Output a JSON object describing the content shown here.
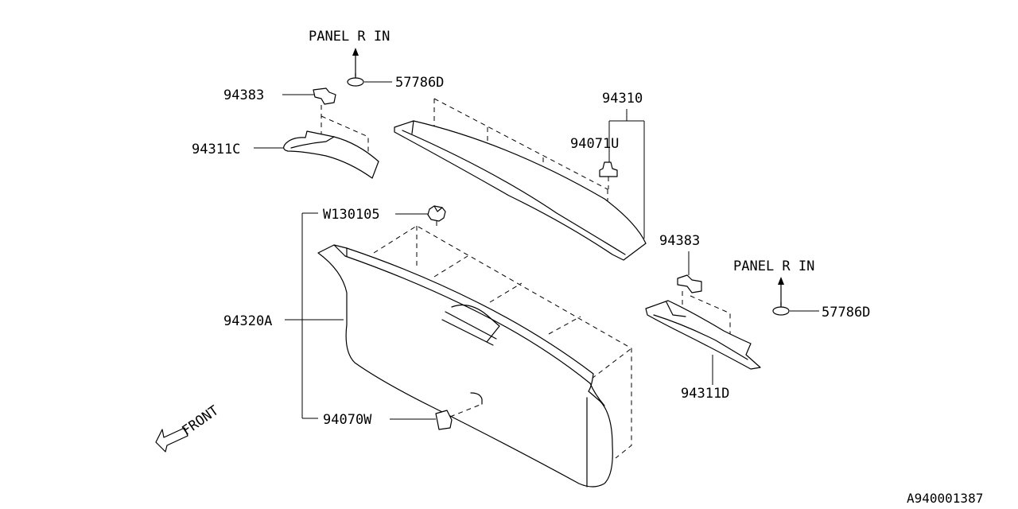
{
  "labels": {
    "panel_r_in_top": "PANEL R IN",
    "clip_57786d_top": "57786D",
    "clip_94383_left": "94383",
    "trim_94311c": "94311C",
    "trim_94310": "94310",
    "clip_94071u": "94071U",
    "clip_w130105": "W130105",
    "clip_94383_right": "94383",
    "panel_r_in_right": "PANEL R IN",
    "trim_94320a": "94320A",
    "clip_57786d_right": "57786D",
    "trim_94311d": "94311D",
    "clip_94070w": "94070W",
    "front": "FRONT"
  },
  "reference_code": "A940001387"
}
